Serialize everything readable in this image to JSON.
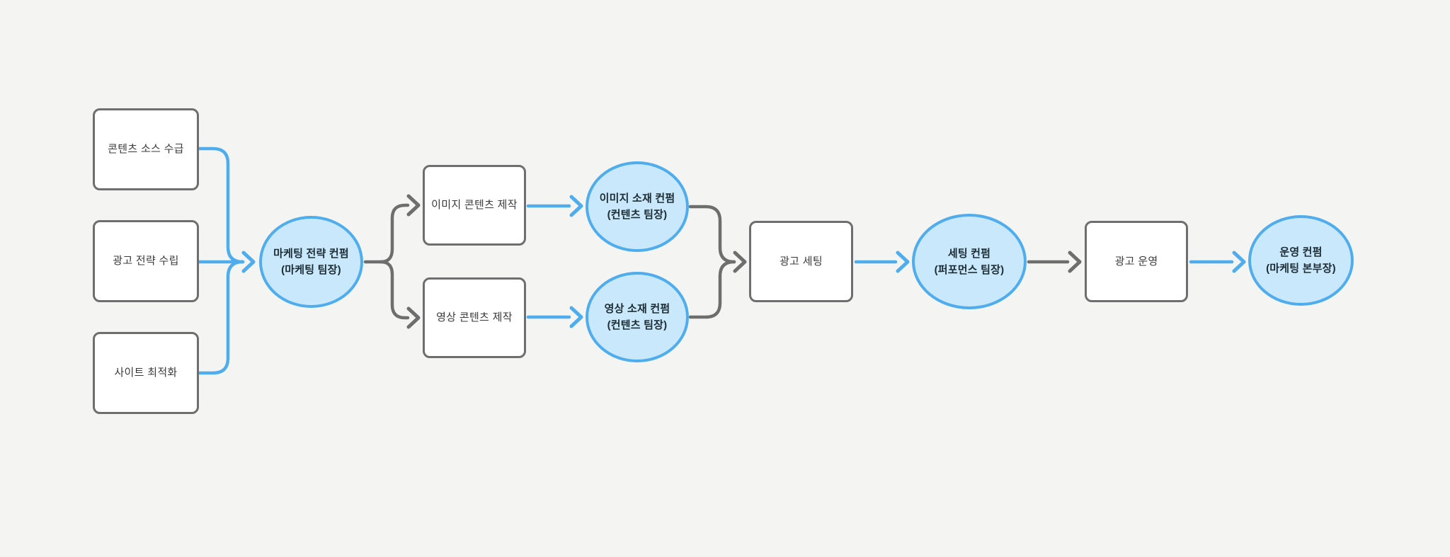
{
  "diagram": {
    "background_color": "#f4f4f2",
    "colors": {
      "process_fill": "#ffffff",
      "process_border": "#6e6e6e",
      "process_text": "#3a3a3a",
      "confirm_fill": "#cae8fb",
      "confirm_border": "#4fadee",
      "confirm_text": "#1c2c34",
      "arrow_blue": "#4fadee",
      "arrow_gray": "#6e6e6e"
    },
    "nodes": {
      "content_source": {
        "type": "process",
        "label": "콘텐츠 소스 수급"
      },
      "ad_strategy": {
        "type": "process",
        "label": "광고 전략 수립"
      },
      "site_optimization": {
        "type": "process",
        "label": "사이트 최적화"
      },
      "marketing_confirm": {
        "type": "confirm",
        "line1": "마케팅 전략 컨펌",
        "line2": "(마케팅 팀장)"
      },
      "image_production": {
        "type": "process",
        "label": "이미지 콘텐츠 제작"
      },
      "video_production": {
        "type": "process",
        "label": "영상 콘텐츠 제작"
      },
      "image_confirm": {
        "type": "confirm",
        "line1": "이미지 소재 컨펌",
        "line2": "(컨텐츠 팀장)"
      },
      "video_confirm": {
        "type": "confirm",
        "line1": "영상 소재 컨펌",
        "line2": "(컨텐츠 팀장)"
      },
      "ad_setting": {
        "type": "process",
        "label": "광고 세팅"
      },
      "setting_confirm": {
        "type": "confirm",
        "line1": "세팅 컨펌",
        "line2": "(퍼포먼스 팀장)"
      },
      "ad_operation": {
        "type": "process",
        "label": "광고 운영"
      },
      "operation_confirm": {
        "type": "confirm",
        "line1": "운영 컨펌",
        "line2": "(마케팅 본부장)"
      }
    },
    "edges": [
      {
        "from": "content_source",
        "to": "marketing_confirm",
        "color": "blue"
      },
      {
        "from": "ad_strategy",
        "to": "marketing_confirm",
        "color": "blue"
      },
      {
        "from": "site_optimization",
        "to": "marketing_confirm",
        "color": "blue"
      },
      {
        "from": "marketing_confirm",
        "to": "image_production",
        "color": "gray"
      },
      {
        "from": "marketing_confirm",
        "to": "video_production",
        "color": "gray"
      },
      {
        "from": "image_production",
        "to": "image_confirm",
        "color": "blue"
      },
      {
        "from": "video_production",
        "to": "video_confirm",
        "color": "blue"
      },
      {
        "from": "image_confirm",
        "to": "ad_setting",
        "color": "gray"
      },
      {
        "from": "video_confirm",
        "to": "ad_setting",
        "color": "gray"
      },
      {
        "from": "ad_setting",
        "to": "setting_confirm",
        "color": "blue"
      },
      {
        "from": "setting_confirm",
        "to": "ad_operation",
        "color": "gray"
      },
      {
        "from": "ad_operation",
        "to": "operation_confirm",
        "color": "blue"
      }
    ]
  }
}
